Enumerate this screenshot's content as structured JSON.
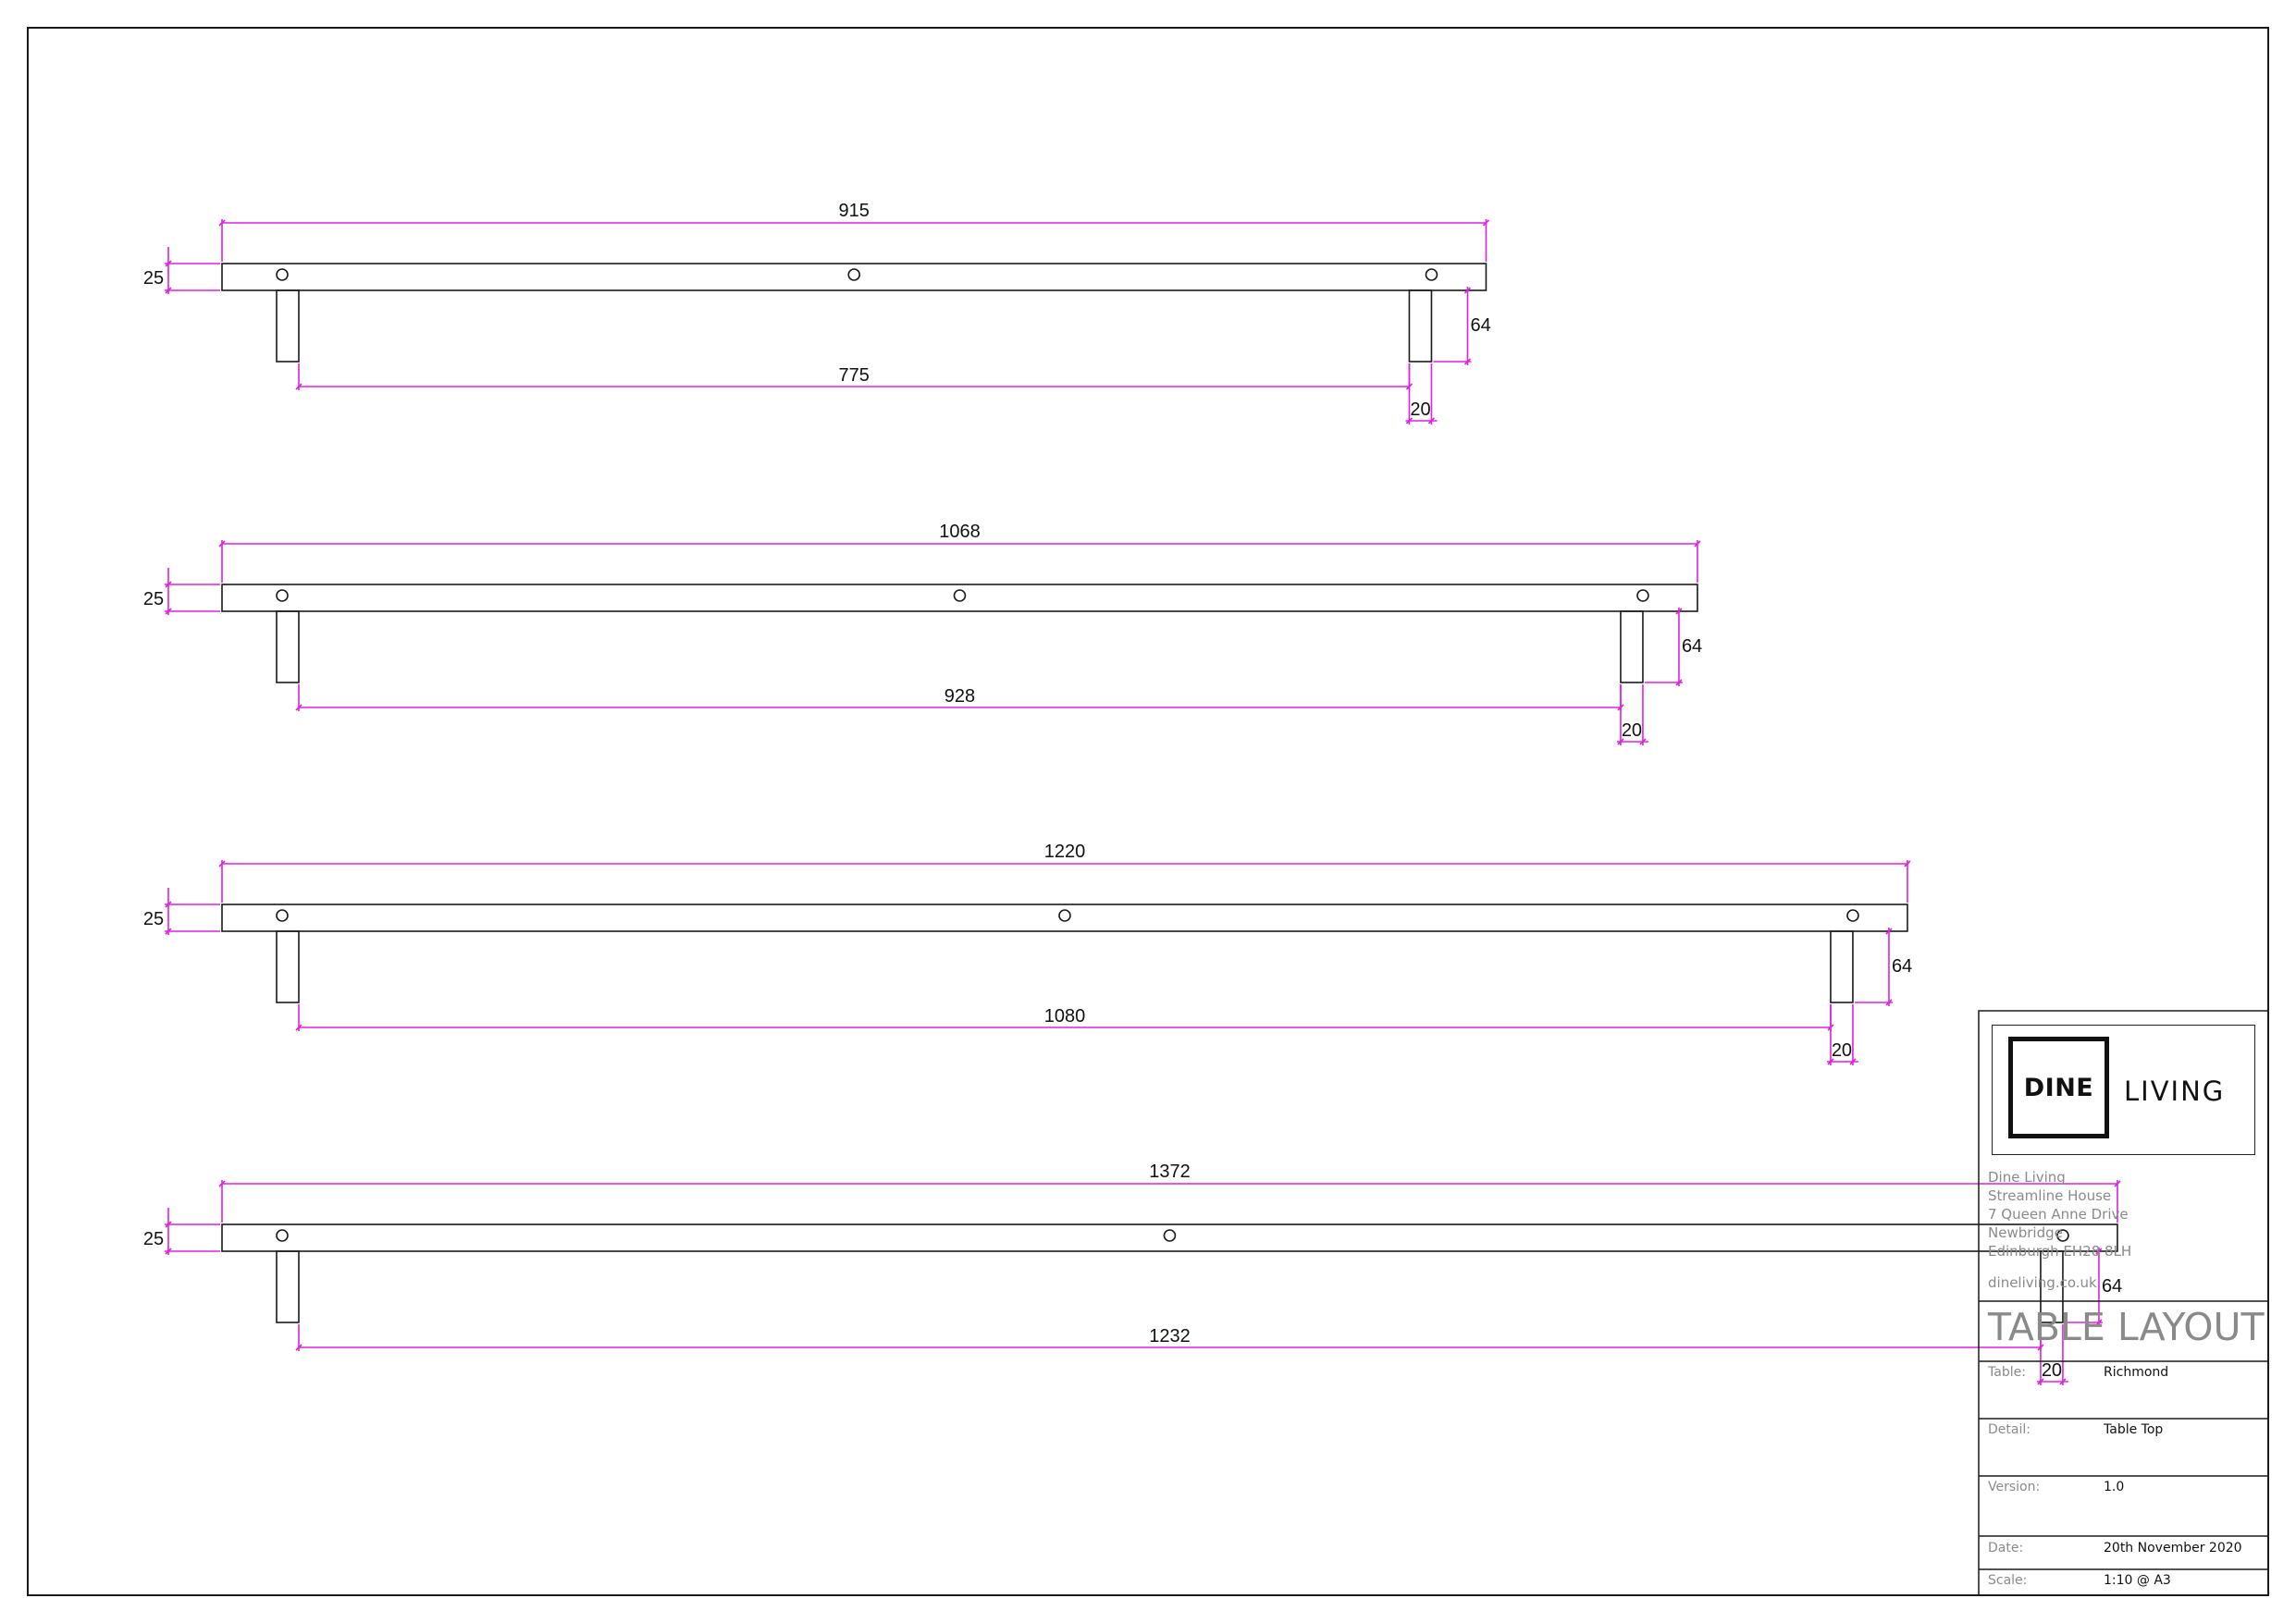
{
  "drawings": [
    {
      "overall": "915",
      "edge": "25",
      "span": "775",
      "leg_height": "64",
      "leg_width": "20"
    },
    {
      "overall": "1068",
      "edge": "25",
      "span": "928",
      "leg_height": "64",
      "leg_width": "20"
    },
    {
      "overall": "1220",
      "edge": "25",
      "span": "1080",
      "leg_height": "64",
      "leg_width": "20"
    },
    {
      "overall": "1372",
      "edge": "25",
      "span": "1232",
      "leg_height": "64",
      "leg_width": "20"
    }
  ],
  "title_block": {
    "logo": {
      "left": "DINE",
      "right": "LIVING"
    },
    "address": [
      "Dine Living",
      "Streamline House",
      "7 Queen Anne Drive",
      "Newbridge",
      "Edinburgh EH28 8LH"
    ],
    "website": "dineliving.co.uk",
    "title": "TABLE LAYOUT",
    "fields": [
      {
        "label": "Table:",
        "value": "Richmond"
      },
      {
        "label": "Detail:",
        "value": "Table Top"
      },
      {
        "label": "Version:",
        "value": "1.0"
      },
      {
        "label": "Date:",
        "value": "20th November 2020"
      },
      {
        "label": "Scale:",
        "value": "1:10 @ A3"
      }
    ]
  },
  "colors": {
    "dimension": "#e020e0",
    "outline": "#1a1a1a",
    "muted_text": "#8a8a8a"
  }
}
